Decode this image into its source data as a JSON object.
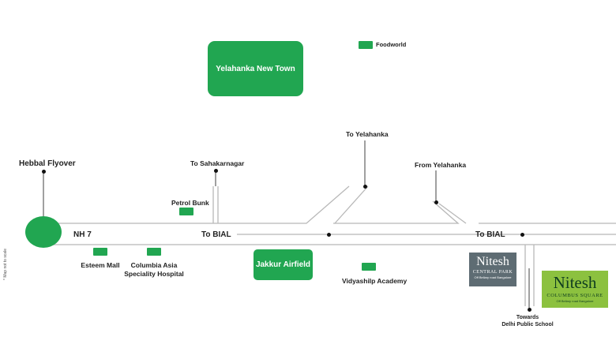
{
  "colors": {
    "green": "#21a651",
    "road": "#b8b8b8",
    "nitesh_central": "#5e6c73",
    "nitesh_columbus": "#8cc13f"
  },
  "legend": {
    "label": "Foodworld"
  },
  "areas": {
    "yelahanka_new_town": "Yelahanka New Town",
    "jakkur_airfield": "Jakkur Airfield"
  },
  "labels": {
    "hebbal_flyover": "Hebbal Flyover",
    "to_sahakarnagar": "To Sahakarnagar",
    "to_yelahanka": "To Yelahanka",
    "from_yelahanka": "From Yelahanka",
    "petrol_bunk": "Petrol Bunk",
    "nh7": "NH 7",
    "to_bial_1": "To BIAL",
    "to_bial_2": "To BIAL",
    "esteem_mall": "Esteem Mall",
    "columbia_asia_1": "Columbia Asia",
    "columbia_asia_2": "Speciality Hospital",
    "vidyashilp": "Vidyashilp Academy",
    "towards_1": "Towards",
    "towards_2": "Delhi Public School"
  },
  "logos": {
    "nitesh_central": {
      "name": "Nitesh",
      "sub": "CENTRAL PARK",
      "tag": "Off Bellary road Bangalore"
    },
    "nitesh_columbus": {
      "name": "Nitesh",
      "sub": "COLUMBUS SQUARE",
      "tag": "Off Bellary road Bangalore"
    }
  },
  "side_note": "* Map not to scale"
}
